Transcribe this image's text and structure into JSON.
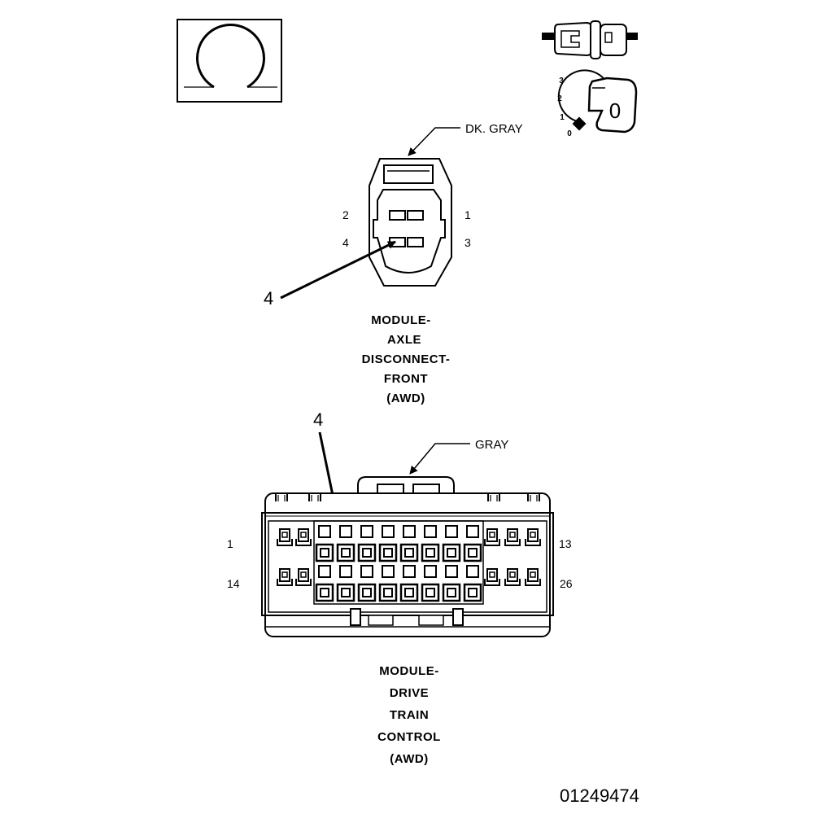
{
  "ignition_icon": {
    "name": "ignition-run-icon"
  },
  "connector_icon": {
    "name": "connector-icon"
  },
  "key_switch": {
    "name": "key-switch-icon",
    "positions": [
      "3",
      "2",
      "1",
      "0"
    ],
    "key_label": "0"
  },
  "connector_1": {
    "color_label": "DK. GRAY",
    "pins": {
      "p1": "1",
      "p2": "2",
      "p3": "3",
      "p4": "4"
    },
    "callout": "4",
    "title_lines": [
      "MODULE-",
      "AXLE",
      "DISCONNECT-",
      "FRONT",
      "(AWD)"
    ]
  },
  "connector_2": {
    "color_label": "GRAY",
    "callout": "4",
    "pins": {
      "top_left": "1",
      "top_right": "13",
      "bottom_left": "14",
      "bottom_right": "26"
    },
    "title_lines": [
      "MODULE-",
      "DRIVE",
      "TRAIN",
      "CONTROL",
      "(AWD)"
    ]
  },
  "figure_id": "01249474"
}
